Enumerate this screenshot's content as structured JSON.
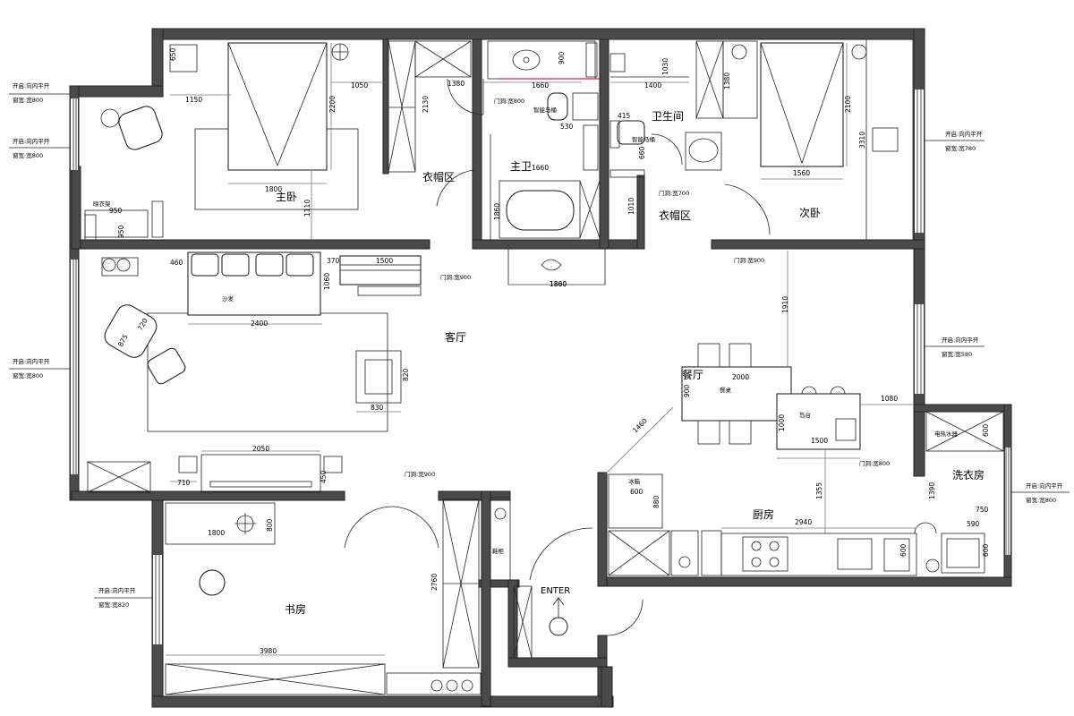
{
  "rooms": {
    "master_bedroom": "主卧",
    "wardrobe_left": "衣帽区",
    "master_bath": "主卫",
    "master_bath_dim": "1660",
    "bathroom": "卫生间",
    "wardrobe_right": "衣帽区",
    "second_bedroom": "次卧",
    "living_room": "客厅",
    "dining_room": "餐厅",
    "dining_table": "餐桌",
    "island": "岛台",
    "kitchen": "厨房",
    "laundry": "洗衣房",
    "study": "书房",
    "sofa": "沙发",
    "fridge": "冰箱",
    "drying_rack": "晾衣架",
    "toilet_left": "智能马桶",
    "toilet_right": "智能马桶",
    "shoe_cabinet": "鞋柜",
    "water_heater": "电热水器",
    "entry": "ENTER"
  },
  "window_notes": {
    "open_label": "开启:向内平开",
    "size_800": "窗宽:宽800",
    "size_780": "窗宽:宽780",
    "size_580": "窗宽:宽580",
    "size_820": "窗宽:宽820"
  },
  "door_notes": {
    "d800": "门洞:宽800",
    "d900": "门洞:宽900",
    "d700": "门洞:宽700"
  },
  "dimensions": {
    "d_650": "650",
    "d_1150": "1150",
    "d_1800a": "1800",
    "d_2200": "2200",
    "d_1050": "1050",
    "d_2130": "2130",
    "d_1380": "1380",
    "d_1660": "1660",
    "d_900": "900",
    "d_530": "530",
    "d_415": "415",
    "d_1400": "1400",
    "d_1030": "1030",
    "d_1380b": "1380",
    "d_1860": "1860",
    "d_1860b": "1860",
    "d_660": "660",
    "d_1560": "1560",
    "d_2100": "2100",
    "d_3310": "3310",
    "d_1110": "1110",
    "d_950": "950",
    "d_950b": "950",
    "d_460": "460",
    "d_370": "370",
    "d_1500": "1500",
    "d_1060": "1060",
    "d_1800b": "1800",
    "d_2400": "2400",
    "d_720": "720",
    "d_875": "875",
    "d_830": "830",
    "d_820": "820",
    "d_1910": "1910",
    "d_2000": "2000",
    "d_900b": "900",
    "d_1080": "1080",
    "d_1000": "1000",
    "d_1500b": "1500",
    "d_1460": "1460",
    "d_600": "600",
    "d_880": "880",
    "d_1355": "1355",
    "d_2940": "2940",
    "d_600b": "600",
    "d_1390": "1390",
    "d_750": "750",
    "d_590": "590",
    "d_600c": "600",
    "d_2050": "2050",
    "d_710": "710",
    "d_450": "450",
    "d_1800c": "1800",
    "d_800": "800",
    "d_2760": "2760",
    "d_3980": "3980",
    "d_1010": "1010",
    "d_600d": "600"
  }
}
